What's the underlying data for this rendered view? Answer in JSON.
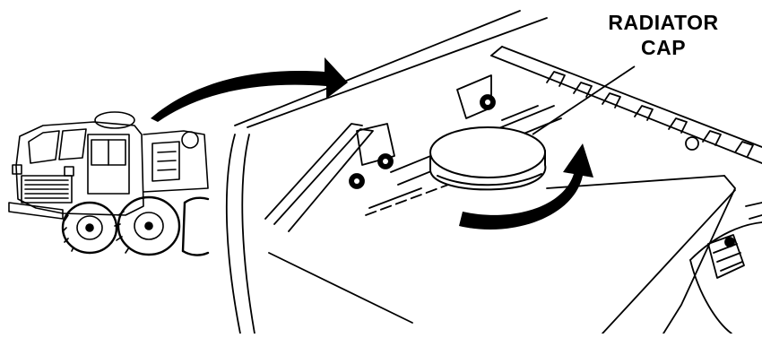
{
  "callout": {
    "line1": "RADIATOR",
    "line2": "CAP"
  },
  "colors": {
    "ink": "#000000",
    "paper": "#ffffff"
  },
  "icons": [
    "truck-illustration",
    "curved-arrow-icon",
    "rotation-arrow-icon"
  ]
}
